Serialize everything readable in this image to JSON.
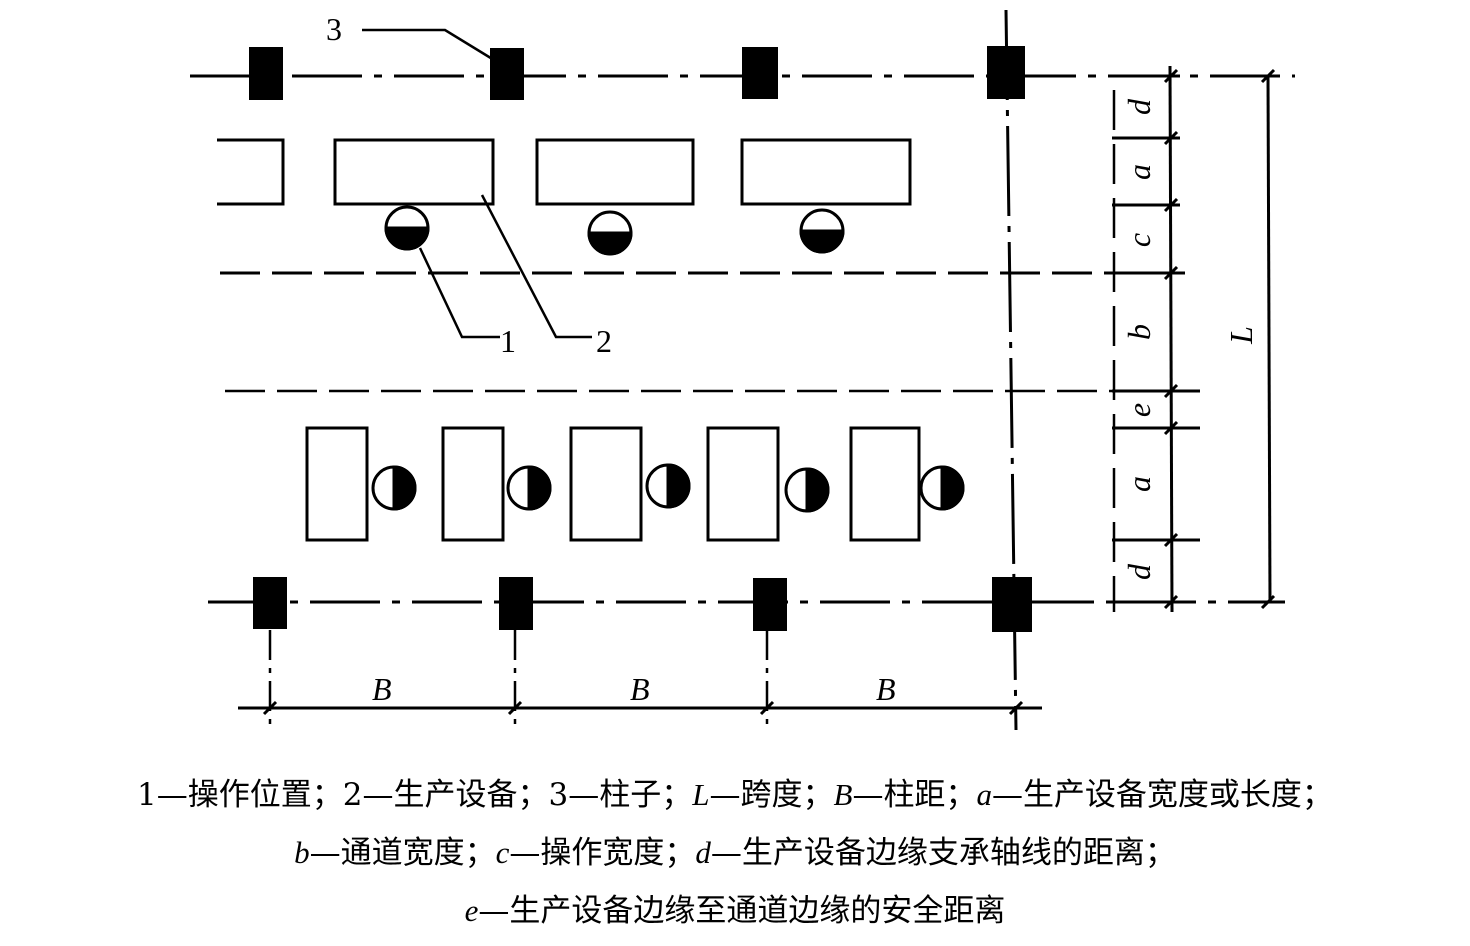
{
  "labels": {
    "callout_1": "1",
    "callout_2": "2",
    "callout_3": "3",
    "span": "L",
    "bay": "B",
    "dim_d": "d",
    "dim_a": "a",
    "dim_c": "c",
    "dim_b": "b",
    "dim_e": "e"
  },
  "legend": {
    "line1": [
      {
        "k": "1",
        "t": "—操作位置；"
      },
      {
        "k": "2",
        "t": "—生产设备；"
      },
      {
        "k": "3",
        "t": "—柱子；"
      },
      {
        "k": "L",
        "v": true,
        "t": "—跨度；"
      },
      {
        "k": "B",
        "v": true,
        "t": "—柱距；"
      },
      {
        "k": "a",
        "v": true,
        "t": "—生产设备宽度或长度；"
      }
    ],
    "line2": [
      {
        "k": "b",
        "v": true,
        "t": "—通道宽度；"
      },
      {
        "k": "c",
        "v": true,
        "t": "—操作宽度；"
      },
      {
        "k": "d",
        "v": true,
        "t": "—生产设备边缘支承轴线的距离；"
      }
    ],
    "line3": [
      {
        "k": "e",
        "v": true,
        "t": "—生产设备边缘至通道边缘的安全距离"
      }
    ]
  }
}
